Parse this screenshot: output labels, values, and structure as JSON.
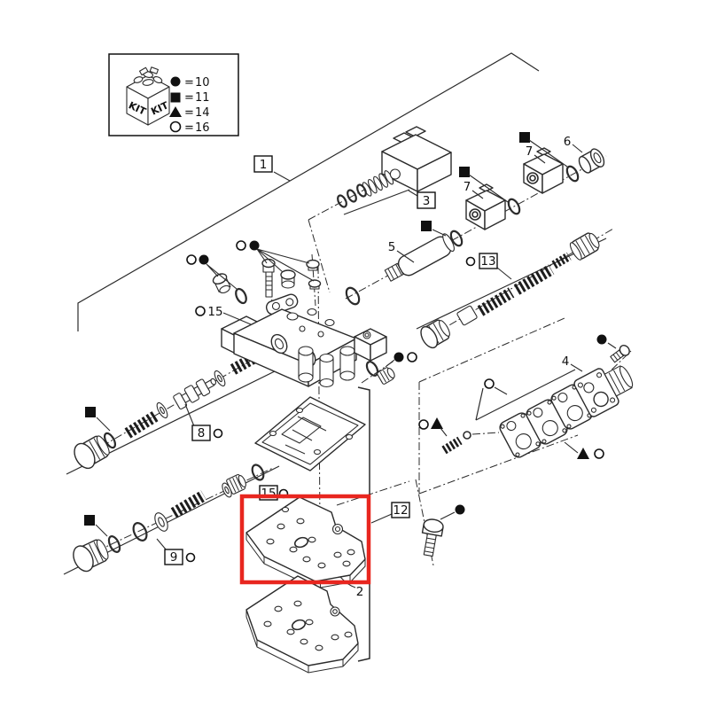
{
  "diagram": {
    "type": "exploded-parts-diagram",
    "highlight": {
      "color": "#e8261f"
    },
    "line_color": "#2b2b2b"
  },
  "legend": {
    "kit_left": "KIT",
    "kit_right": "KIT",
    "entries": [
      {
        "symbol": "filled-circle",
        "eq": "=",
        "value": "10"
      },
      {
        "symbol": "filled-square",
        "eq": "=",
        "value": "11"
      },
      {
        "symbol": "filled-triangle",
        "eq": "=",
        "value": "14"
      },
      {
        "symbol": "open-circle",
        "eq": "=",
        "value": "16"
      }
    ]
  },
  "callouts": {
    "boxed": {
      "c1": "1",
      "c3": "3",
      "c8": "8",
      "c9": "9",
      "c12": "12",
      "c13": "13",
      "c15": "15"
    },
    "plain": {
      "p2": "2",
      "p4": "4",
      "p5": "5",
      "p6": "6",
      "p7a": "7",
      "p7b": "7",
      "p15": "15"
    }
  }
}
